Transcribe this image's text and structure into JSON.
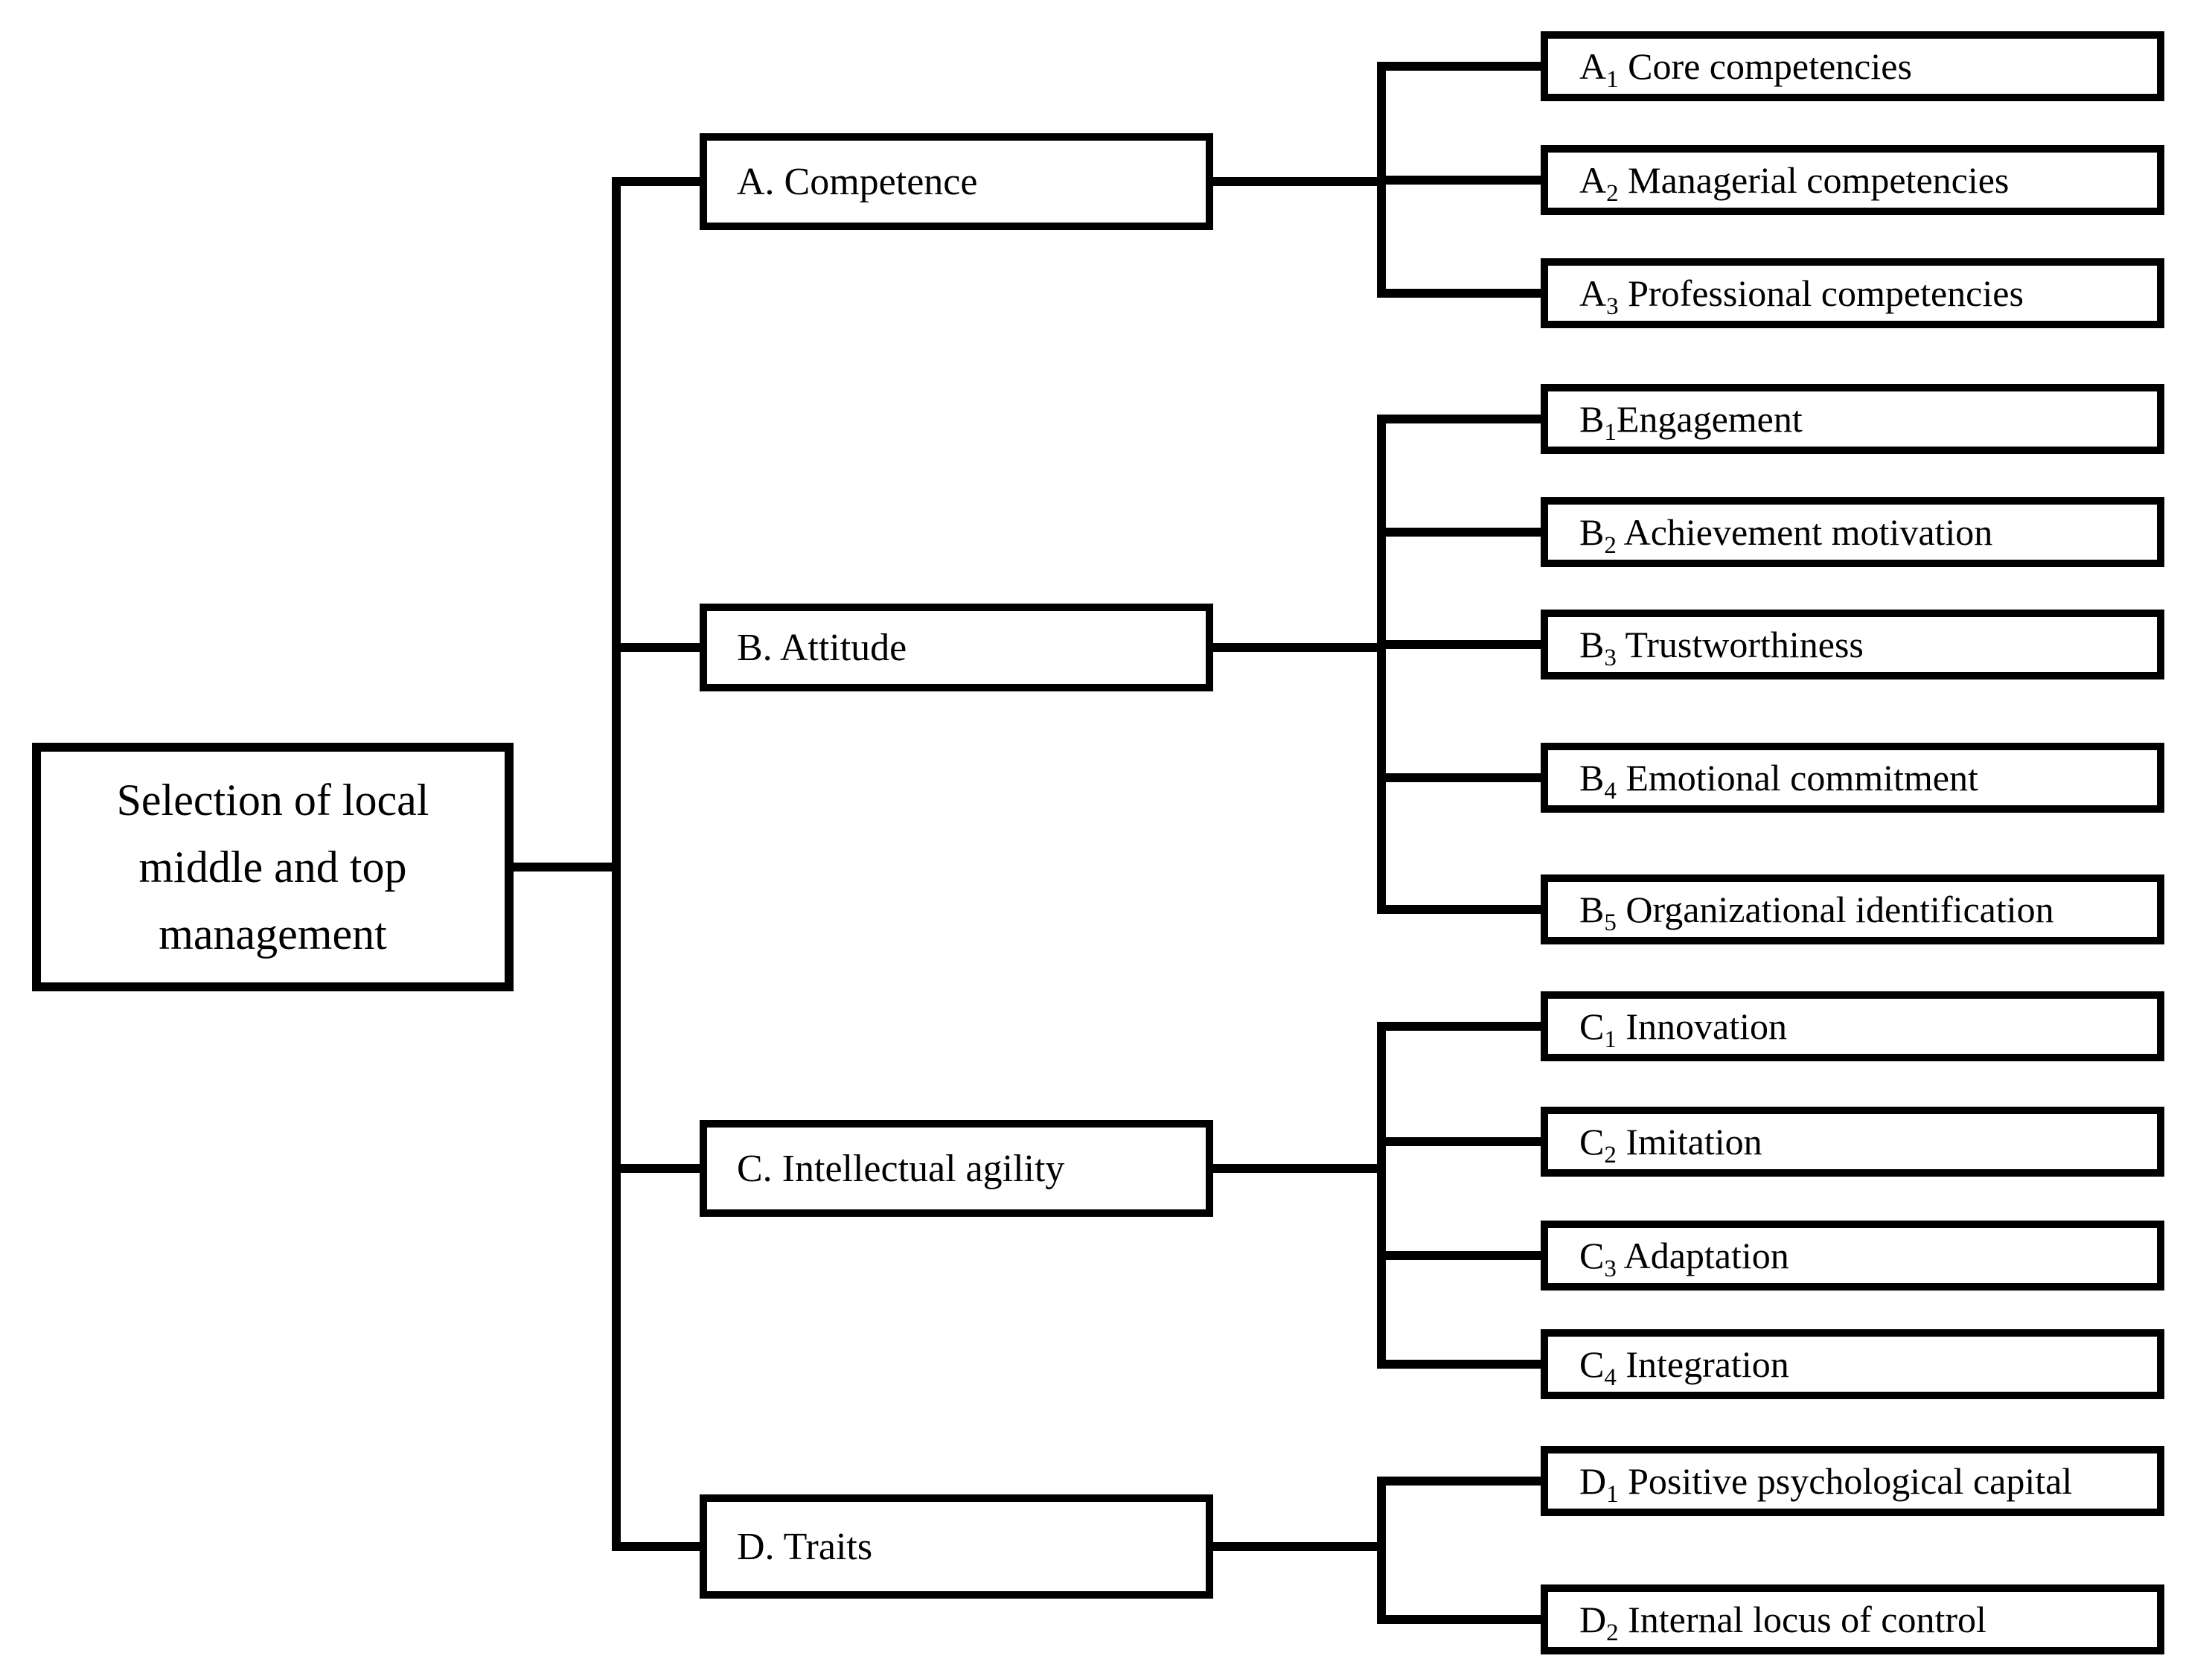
{
  "diagram": {
    "root": {
      "label": "Selection of local middle and top management"
    },
    "branches": [
      {
        "label": "A. Competence",
        "children": [
          {
            "base": "A",
            "sub": "1",
            "text": " Core competencies"
          },
          {
            "base": "A",
            "sub": "2",
            "text": " Managerial competencies"
          },
          {
            "base": "A",
            "sub": "3",
            "text": " Professional competencies"
          }
        ]
      },
      {
        "label": "B. Attitude",
        "children": [
          {
            "base": "B",
            "sub": "1",
            "text": "Engagement"
          },
          {
            "base": "B",
            "sub": "2",
            "text": " Achievement motivation"
          },
          {
            "base": "B",
            "sub": "3",
            "text": " Trustworthiness"
          },
          {
            "base": "B",
            "sub": "4",
            "text": " Emotional commitment"
          },
          {
            "base": "B",
            "sub": "5",
            "text": " Organizational identification"
          }
        ]
      },
      {
        "label": "C. Intellectual agility",
        "children": [
          {
            "base": "C",
            "sub": "1",
            "text": " Innovation"
          },
          {
            "base": "C",
            "sub": "2",
            "text": " Imitation"
          },
          {
            "base": "C",
            "sub": "3",
            "text": " Adaptation"
          },
          {
            "base": "C",
            "sub": "4",
            "text": " Integration"
          }
        ]
      },
      {
        "label": "D. Traits",
        "children": [
          {
            "base": "D",
            "sub": "1",
            "text": " Positive psychological capital"
          },
          {
            "base": "D",
            "sub": "2",
            "text": " Internal locus of control"
          }
        ]
      }
    ],
    "colors": {
      "line": "#000000",
      "text": "#000000",
      "background": "#ffffff"
    }
  }
}
